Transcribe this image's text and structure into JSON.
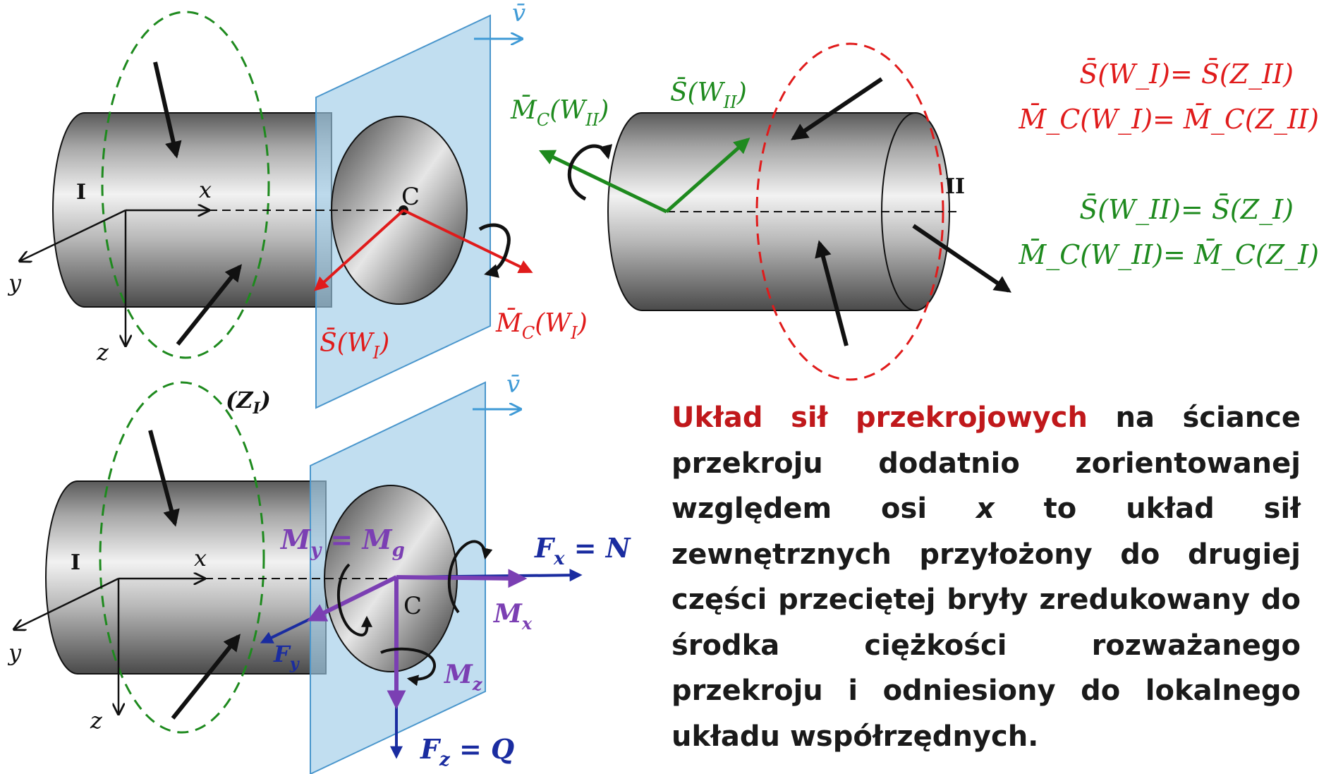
{
  "colors": {
    "green": "#1e8a1e",
    "red": "#e01b1b",
    "blue": "#1a2ca0",
    "purple": "#7b3fb3",
    "plane": "#9fcde8",
    "plane_stroke": "#4a96cc",
    "velocity": "#3f9ad6",
    "text": "#1a1a1a",
    "highlight": "#c0181b"
  },
  "top_left": {
    "part_label": "I",
    "axis_x": "x",
    "axis_y": "y",
    "axis_z": "z",
    "centroid": "C",
    "velocity": "v̄",
    "force_label": "S̄(W",
    "force_sub": "I",
    "moment_label": "M̄",
    "moment_sub": "C",
    "moment_arg": "(W",
    "moment_arg_sub": "I"
  },
  "top_right": {
    "part_label": "II",
    "force_label": "S̄(W",
    "force_sub": "II",
    "moment_label": "M̄",
    "moment_sub": "C",
    "moment_arg": "(W",
    "moment_arg_sub": "II"
  },
  "equations_red": [
    {
      "text": "S̄(W_I)= S̄(Z_II)"
    },
    {
      "text": "M̄_C(W_I)= M̄_C(Z_II)"
    }
  ],
  "equations_green": [
    {
      "text": "S̄(W_II)= S̄(Z_I)"
    },
    {
      "text": "M̄_C(W_II)= M̄_C(Z_I)"
    }
  ],
  "bottom_left": {
    "part_label": "I",
    "zone_label": "(Z",
    "zone_sub": "I",
    "axis_x": "x",
    "axis_y": "y",
    "axis_z": "z",
    "centroid": "C",
    "velocity": "v̄",
    "fx": "F",
    "fx_sub": "x",
    "fx_eq": " = N",
    "fz": "F",
    "fz_sub": "z",
    "fz_eq": " = Q",
    "fy": "F",
    "fy_sub": "y",
    "my": "M",
    "my_sub": "y",
    "my_eq": " = M",
    "my_eq_sub": "g",
    "mx": "M",
    "mx_sub": "x",
    "mz": "M",
    "mz_sub": "z"
  },
  "description": {
    "highlight": "Układ sił przekrojowych",
    "part1": " na ściance przekroju dodatnio zorientowanej względem osi ",
    "axis": "x",
    "part2": " to układ sił zewnętrznych przyłożony do drugiej części przeciętej bryły zredukowany do środka ciężkości rozważanego przekroju i odniesiony do lokalnego układu współrzędnych."
  }
}
